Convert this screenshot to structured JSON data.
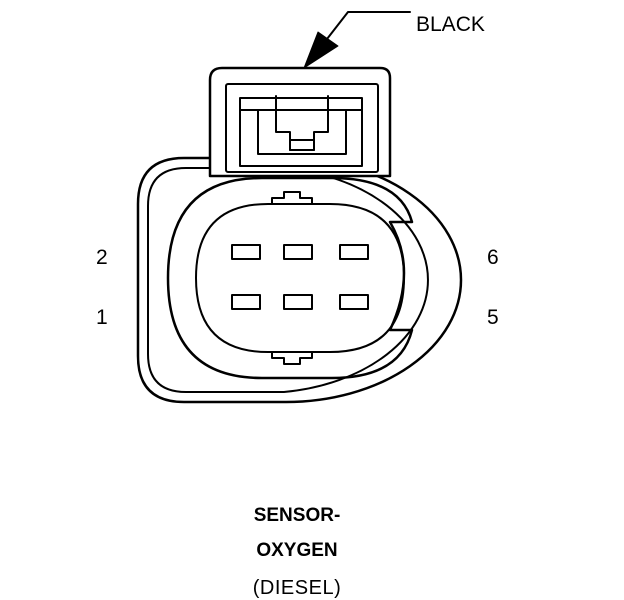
{
  "connector": {
    "color_label": "BLACK",
    "pins": {
      "left_top": "2",
      "left_bottom": "1",
      "right_top": "6",
      "right_bottom": "5"
    },
    "cavity_count": 6
  },
  "caption": {
    "line1": "SENSOR-",
    "line2": "OXYGEN",
    "line3": "(DIESEL)"
  }
}
